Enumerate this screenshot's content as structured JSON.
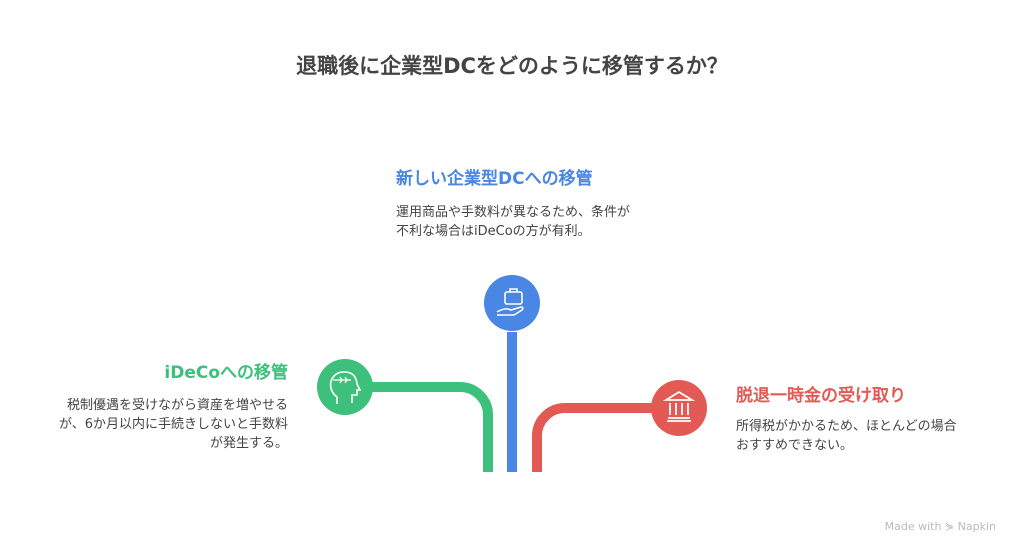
{
  "title": "退職後に企業型DCをどのように移管するか？",
  "branches": [
    {
      "heading": "新しい企業型DCへの移管",
      "description": "運用商品や手数料が異なるため、条件が不利な場合はiDeCoの方が有利。",
      "color": "#4a86e3",
      "icon": "briefcase-hand-icon"
    },
    {
      "heading": "iDeCoへの移管",
      "description": "税制優遇を受けながら資産を増やせるが、6か月以内に手続きしないと手数料が発生する。",
      "color": "#3dc07c",
      "icon": "head-brain-icon"
    },
    {
      "heading": "脱退一時金の受け取り",
      "description": "所得税がかかるため、ほとんどの場合おすすめできない。",
      "color": "#e35a55",
      "icon": "bank-icon"
    }
  ],
  "watermark": "Made with ⋟ Napkin"
}
